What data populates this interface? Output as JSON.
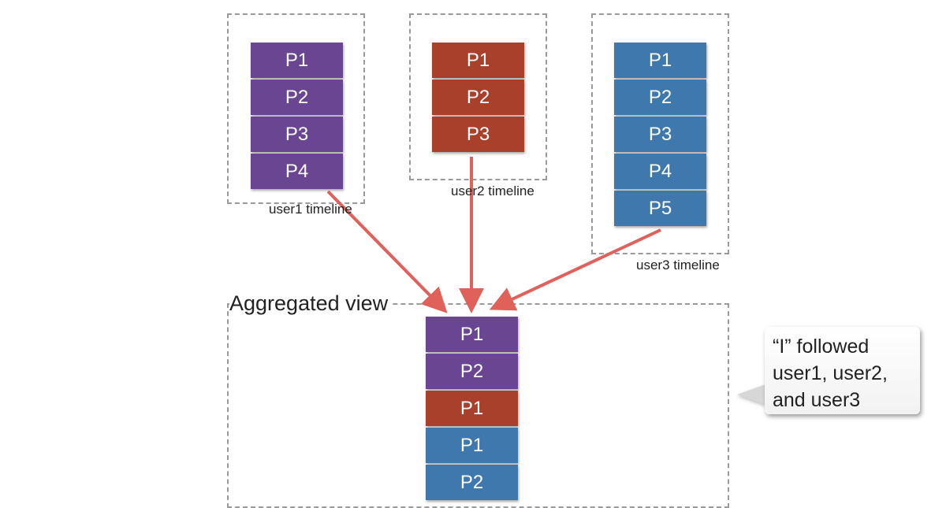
{
  "colors": {
    "user1": "#6a4592",
    "user2": "#a9402c",
    "user3": "#3f78ad",
    "arrow": "#e0605a",
    "frame": "#9a9a9a"
  },
  "timelines": [
    {
      "id": "user1",
      "caption": "user1 timeline",
      "posts": [
        "P1",
        "P2",
        "P3",
        "P4"
      ]
    },
    {
      "id": "user2",
      "caption": "user2 timeline",
      "posts": [
        "P1",
        "P2",
        "P3"
      ]
    },
    {
      "id": "user3",
      "caption": "user3 timeline",
      "posts": [
        "P1",
        "P2",
        "P3",
        "P4",
        "P5"
      ]
    }
  ],
  "aggregated": {
    "title": "Aggregated view",
    "posts": [
      {
        "label": "P1",
        "user": "user1"
      },
      {
        "label": "P2",
        "user": "user1"
      },
      {
        "label": "P1",
        "user": "user2"
      },
      {
        "label": "P1",
        "user": "user3"
      },
      {
        "label": "P2",
        "user": "user3"
      }
    ]
  },
  "callout": {
    "lines": [
      "“I” followed",
      "user1, user2,",
      "and user3"
    ]
  }
}
